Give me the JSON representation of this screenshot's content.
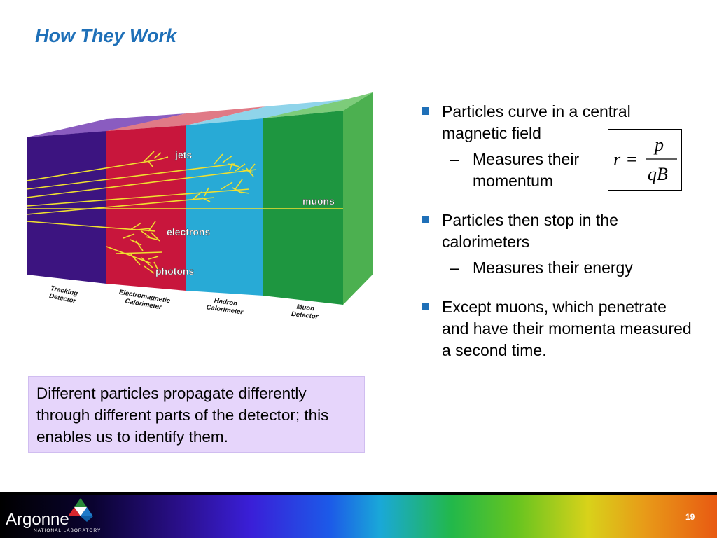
{
  "slide": {
    "title": "How They Work",
    "page_number": "19"
  },
  "figure": {
    "particle_labels": {
      "jets": "jets",
      "muons": "muons",
      "electrons": "electrons",
      "photons": "photons"
    },
    "detector_labels": {
      "tracking_line1": "Tracking",
      "tracking_line2": "Detector",
      "ecal_line1": "Electromagnetic",
      "ecal_line2": "Calorimeter",
      "hcal_line1": "Hadron",
      "hcal_line2": "Calorimeter",
      "muon_line1": "Muon",
      "muon_line2": "Detector"
    },
    "colors": {
      "tracking": "#3c1480",
      "ecal": "#c8163c",
      "hcal": "#28aad6",
      "muon": "#1e9640",
      "tracks": "#f0e030"
    }
  },
  "bullets": [
    {
      "text": "Particles curve in a central magnetic field",
      "sub": "Measures their momentum"
    },
    {
      "text": "Particles then stop in the calorimeters",
      "sub": "Measures their energy"
    },
    {
      "text": "Except muons, which penetrate and have their momenta measured a second time.",
      "sub": ""
    }
  ],
  "formula": {
    "lhs": "r",
    "equals": "=",
    "numerator": "p",
    "denominator": "qB"
  },
  "callout": {
    "text": "Different particles propagate differently through different parts of the detector; this enables us to identify them."
  },
  "footer": {
    "logo_name": "Argonne",
    "logo_subtitle": "NATIONAL LABORATORY"
  }
}
